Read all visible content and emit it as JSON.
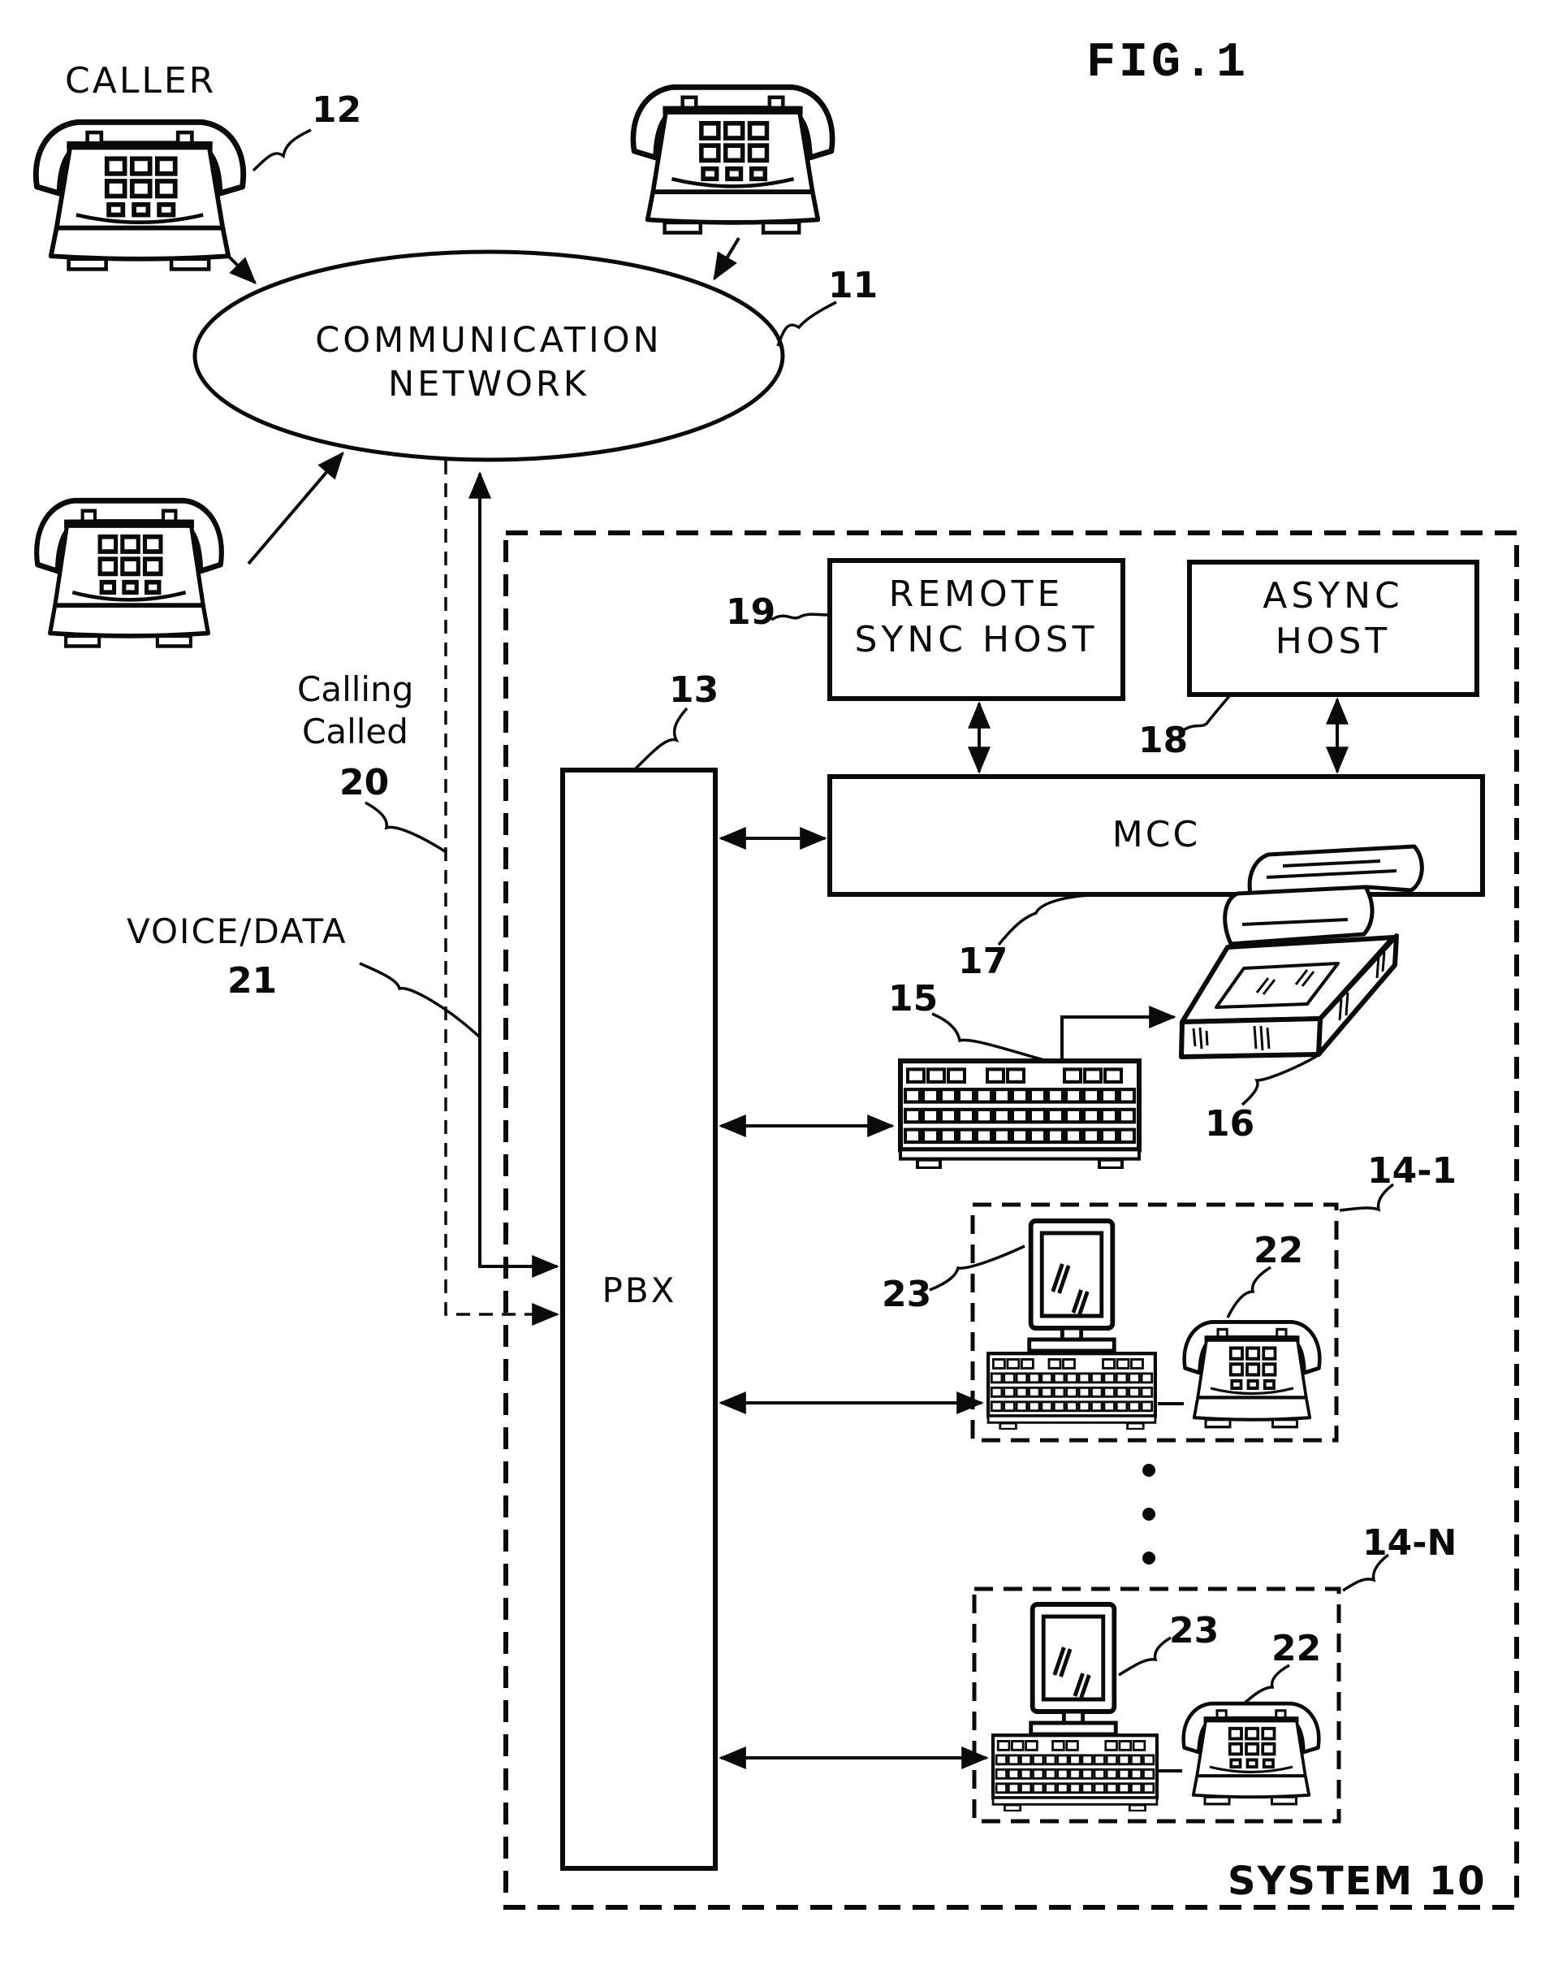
{
  "figure": {
    "title": "FIG.1",
    "system_label": "SYSTEM 10"
  },
  "colors": {
    "ink": "#0a0a0a",
    "paper": "#ffffff"
  },
  "network": {
    "label_line1": "COMMUNICATION",
    "label_line2": "NETWORK",
    "ref": "11"
  },
  "caller": {
    "label": "CALLER",
    "ref": "12"
  },
  "trunk_lines": {
    "calling_label": "Calling",
    "called_label": "Called",
    "calling_called_ref": "20",
    "voice_data_label": "VOICE/DATA",
    "voice_data_ref": "21"
  },
  "pbx": {
    "label": "PBX",
    "ref": "13"
  },
  "mcc": {
    "label": "MCC",
    "ref": "17"
  },
  "remote_sync_host": {
    "label_line1": "REMOTE",
    "label_line2": "SYNC HOST",
    "ref": "19"
  },
  "async_host": {
    "label_line1": "ASYNC",
    "label_line2": "HOST",
    "ref": "18"
  },
  "console": {
    "ref": "15"
  },
  "printer": {
    "ref": "16"
  },
  "workstation_1": {
    "ref": "14-1",
    "terminal_ref": "23",
    "phone_ref": "22"
  },
  "workstation_n": {
    "ref": "14-N",
    "terminal_ref": "23",
    "phone_ref": "22"
  },
  "icons": {
    "telephone-icon": "desk telephone with handset and keypad (inline SVG shape)",
    "crt-monitor-icon": "CRT monitor with screen glare slashes (inline SVG shape)",
    "key-console-icon": "keyboard console with grid of keys (inline SVG shape)",
    "printer-icon": "printer with fan-fold paper sheets (inline SVG shape)",
    "network-ellipse": "large ellipse outline",
    "ellipsis-dots-icon": "three vertical dots"
  }
}
